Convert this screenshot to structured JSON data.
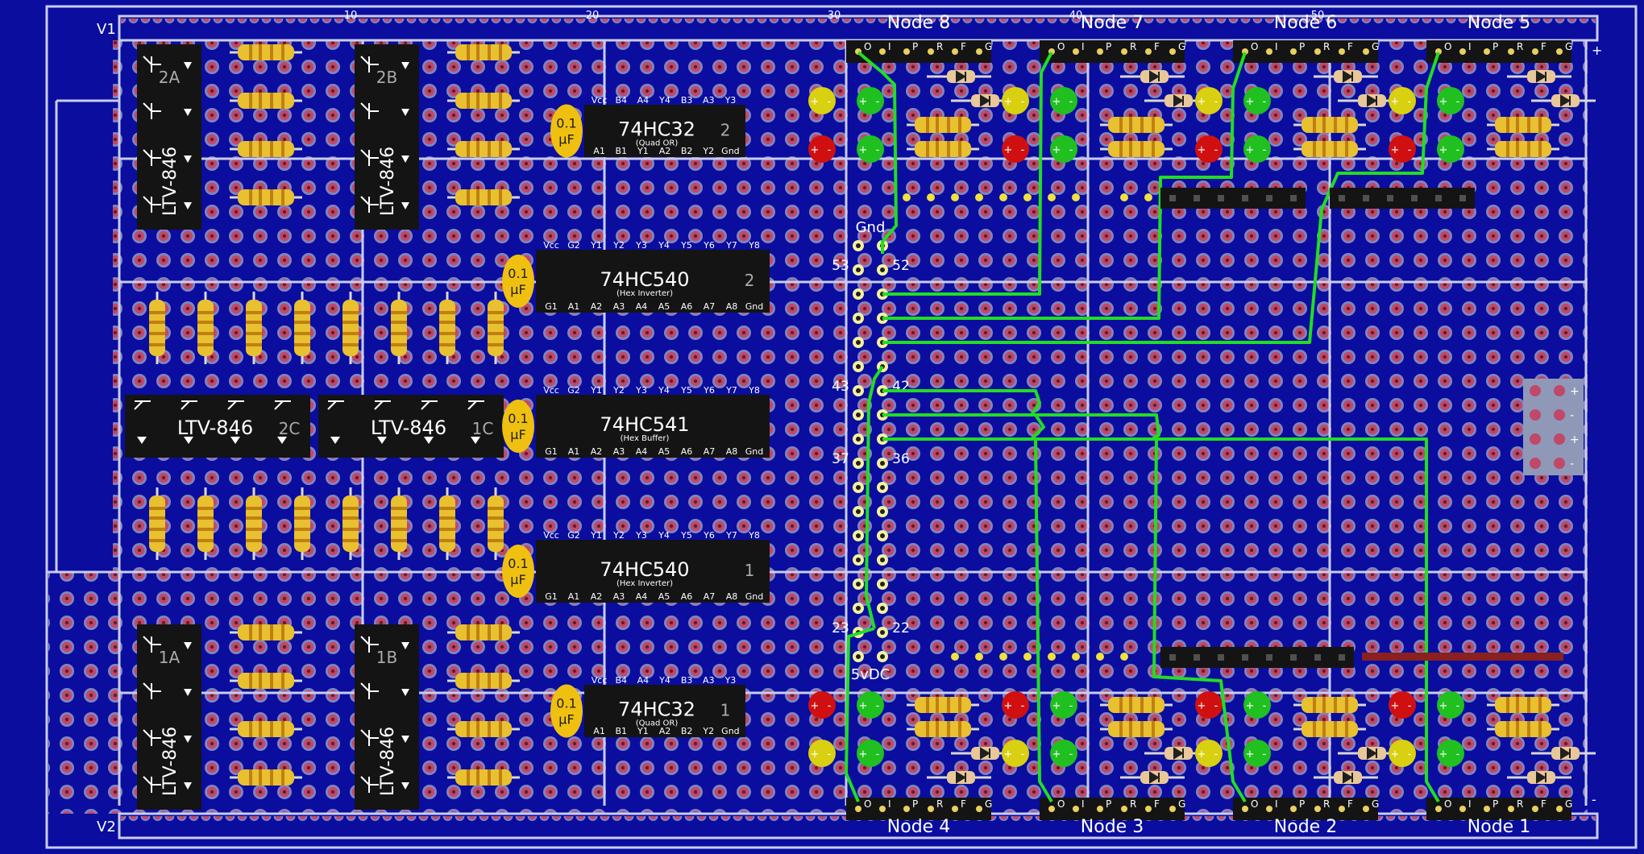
{
  "colors": {
    "board": "#0a0d9e",
    "pad": "#c04868",
    "pad_ring": "#8a8fc0",
    "rail": "#d8dcf0",
    "chip": "#141414",
    "wire": "#22dd22",
    "resistor": "#e8c030",
    "cap": "#f0c010",
    "led_red": "#d01010",
    "led_green": "#20c020",
    "led_yellow": "#d8d010"
  },
  "rails": {
    "top_label": "V1",
    "bottom_label": "V2"
  },
  "column_numbers": [
    "10",
    "20",
    "30",
    "40",
    "50"
  ],
  "plus_minus": {
    "plus": "+",
    "minus": "-"
  },
  "nodes_top": [
    "Node 8",
    "Node 7",
    "Node 6",
    "Node 5"
  ],
  "nodes_bottom": [
    "Node 4",
    "Node 3",
    "Node 2",
    "Node 1"
  ],
  "node_pins": [
    "O",
    "I",
    "P",
    "R",
    "F",
    "G"
  ],
  "optocouplers": [
    {
      "name": "LTV-846",
      "tag": "2A"
    },
    {
      "name": "LTV-846",
      "tag": "2B"
    },
    {
      "name": "LTV-846",
      "tag": "2C"
    },
    {
      "name": "LTV-846",
      "tag": "1C"
    },
    {
      "name": "LTV-846",
      "tag": "1A"
    },
    {
      "name": "LTV-846",
      "tag": "1B"
    }
  ],
  "capacitor_label": [
    "0.1",
    "µF"
  ],
  "chips": [
    {
      "name": "74HC32",
      "sub": "(Quad OR)",
      "num": "2",
      "top": [
        "Vcc",
        "B4",
        "A4",
        "Y4",
        "B3",
        "A3",
        "Y3"
      ],
      "bottom": [
        "A1",
        "B1",
        "Y1",
        "A2",
        "B2",
        "Y2",
        "Gnd"
      ]
    },
    {
      "name": "74HC540",
      "sub": "(Hex Inverter)",
      "num": "2",
      "top": [
        "Vcc",
        "G2",
        "Y1",
        "Y2",
        "Y3",
        "Y4",
        "Y5",
        "Y6",
        "Y7",
        "Y8"
      ],
      "bottom": [
        "G1",
        "A1",
        "A2",
        "A3",
        "A4",
        "A5",
        "A6",
        "A7",
        "A8",
        "Gnd"
      ]
    },
    {
      "name": "74HC541",
      "sub": "(Hex Buffer)",
      "num": "",
      "top": [
        "Vcc",
        "G2",
        "Y1",
        "Y2",
        "Y3",
        "Y4",
        "Y5",
        "Y6",
        "Y7",
        "Y8"
      ],
      "bottom": [
        "G1",
        "A1",
        "A2",
        "A3",
        "A4",
        "A5",
        "A6",
        "A7",
        "A8",
        "Gnd"
      ]
    },
    {
      "name": "74HC540",
      "sub": "(Hex Inverter)",
      "num": "1",
      "top": [
        "Vcc",
        "G2",
        "Y1",
        "Y2",
        "Y3",
        "Y4",
        "Y5",
        "Y6",
        "Y7",
        "Y8"
      ],
      "bottom": [
        "G1",
        "A1",
        "A2",
        "A3",
        "A4",
        "A5",
        "A6",
        "A7",
        "A8",
        "Gnd"
      ]
    },
    {
      "name": "74HC32",
      "sub": "(Quad OR)",
      "num": "1",
      "top": [
        "Vcc",
        "B4",
        "A4",
        "Y4",
        "B3",
        "A3",
        "Y3"
      ],
      "bottom": [
        "A1",
        "B1",
        "Y1",
        "A2",
        "B2",
        "Y2",
        "Gnd"
      ]
    }
  ],
  "connector": {
    "gnd_label": "Gnd",
    "vdc_label": "5vDC",
    "pin_labels": [
      {
        "left": "53",
        "right": "52"
      },
      {
        "left": "43",
        "right": "42"
      },
      {
        "left": "37",
        "right": "36"
      },
      {
        "left": "23",
        "right": "22"
      }
    ]
  }
}
